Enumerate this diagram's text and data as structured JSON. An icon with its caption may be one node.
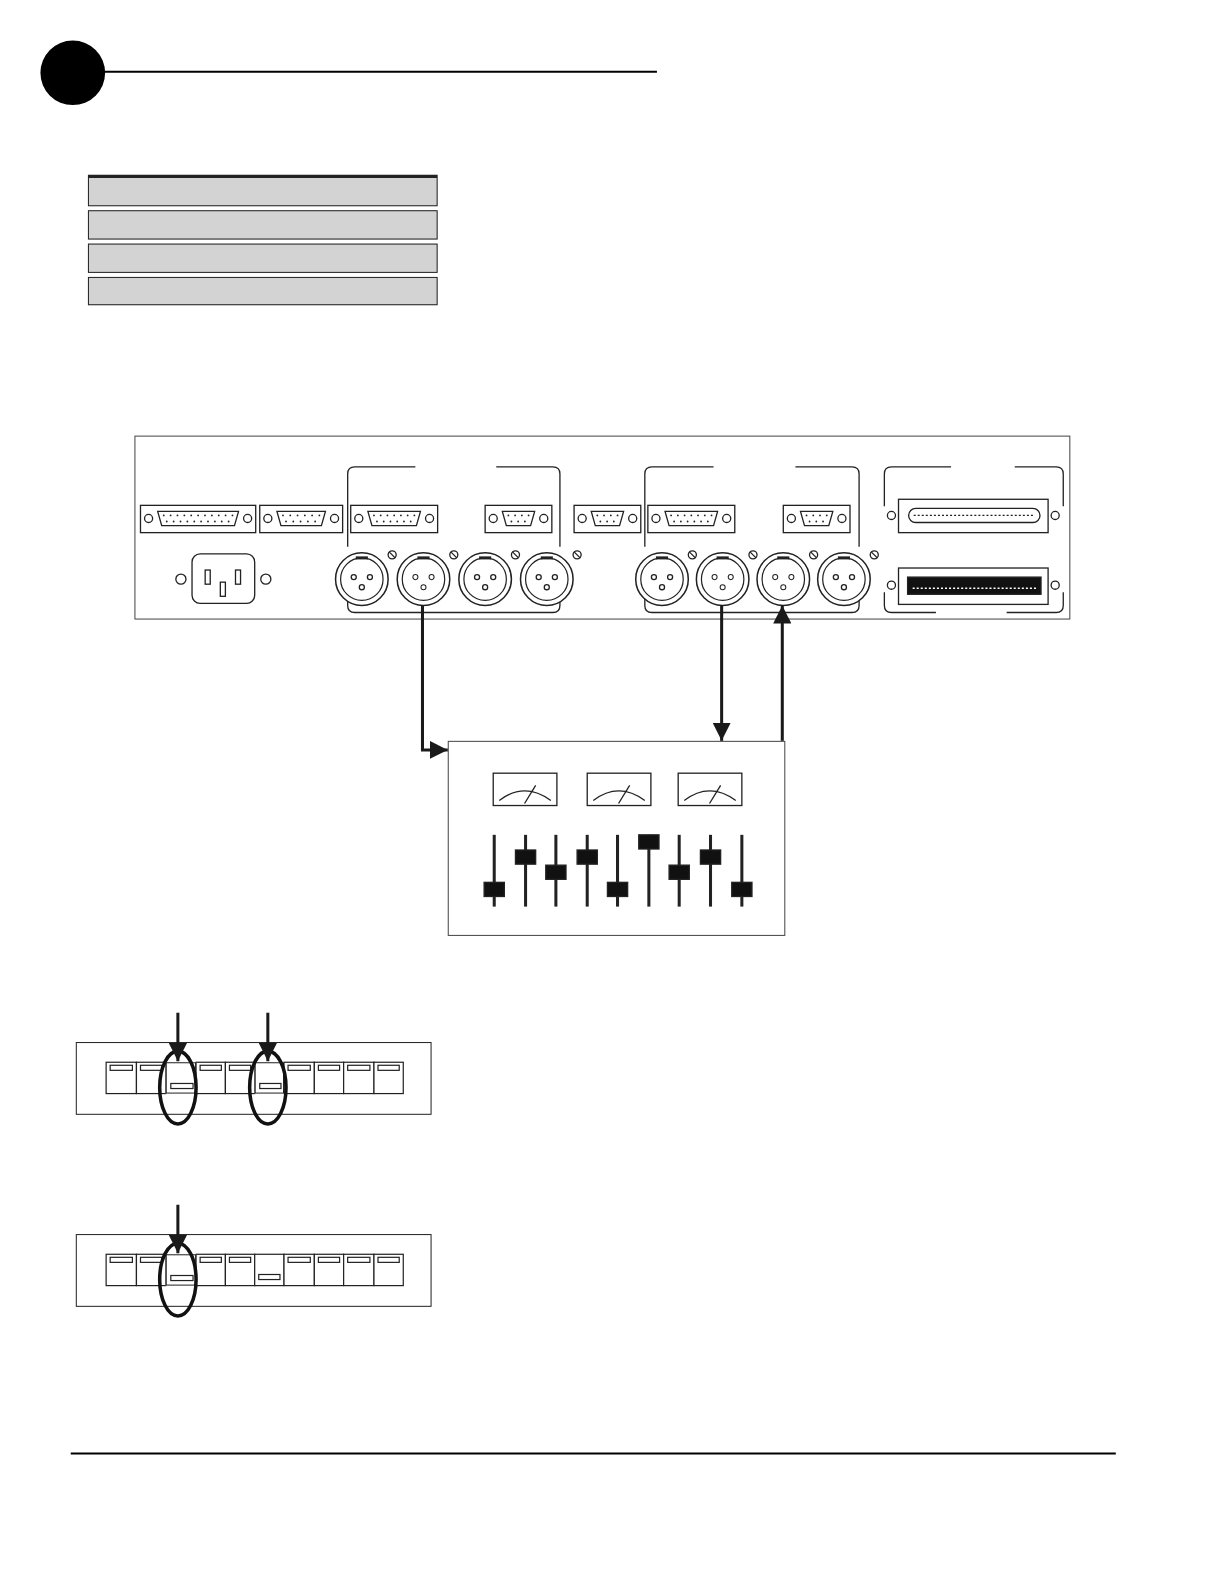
{
  "diagram": {
    "nodes": [
      {
        "text": [],
        "shape": "bar"
      },
      {
        "text": [],
        "shape": "bar"
      },
      {
        "text": [],
        "shape": "bar"
      },
      {
        "text": [],
        "shape": "bar"
      },
      {
        "text": [],
        "shape": "picture"
      },
      {
        "text": [],
        "shape": "circle",
        "in": 4
      },
      {
        "text": [],
        "shape": "circle",
        "in": 4
      },
      {
        "text": [],
        "shape": "circle",
        "in": 4
      },
      {
        "text": [],
        "shape": "picture"
      },
      {
        "text": [],
        "shape": "box"
      },
      {
        "text": [],
        "shape": "box",
        "in": 9
      },
      {
        "text": [],
        "shape": "box",
        "in": 9
      },
      {
        "text": [],
        "shape": "box"
      },
      {
        "text": [],
        "shape": "box",
        "in": 12
      }
    ],
    "edges": [
      {
        "from": 5,
        "to": 8,
        "arrow": "to"
      },
      {
        "from": 6,
        "to": 8,
        "arrow": "to"
      },
      {
        "from": 8,
        "to": 7,
        "arrow": "to"
      },
      {
        "from": null,
        "to": 10,
        "arrow": "to"
      },
      {
        "from": null,
        "to": 11,
        "arrow": "to"
      },
      {
        "from": null,
        "to": 13,
        "arrow": "to"
      }
    ]
  }
}
